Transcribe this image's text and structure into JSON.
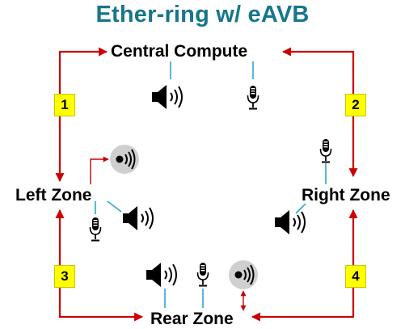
{
  "title": "Ether-ring w/ eAVB",
  "zones": {
    "central": "Central Compute",
    "left": "Left Zone",
    "right": "Right Zone",
    "rear": "Rear Zone"
  },
  "segments": [
    "1",
    "2",
    "3",
    "4"
  ],
  "icons": {
    "speaker": "speaker-icon",
    "microphone": "microphone-icon",
    "sound_source": "sound-source-icon"
  },
  "colors": {
    "title": "#17768a",
    "ring_arrows": "#cc0000",
    "connectors": "#2aa9c9",
    "segment_badge": "#ffff00"
  }
}
